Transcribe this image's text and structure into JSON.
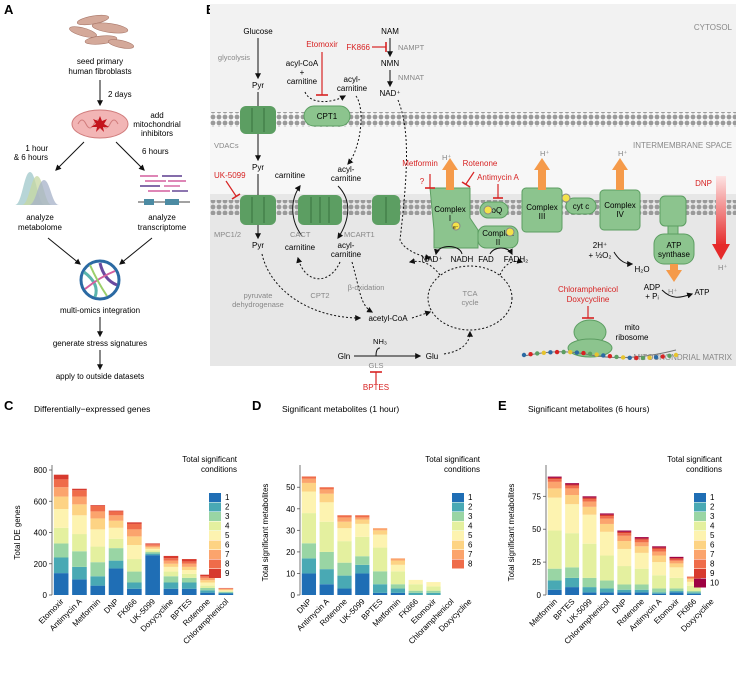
{
  "panel_a": {
    "label": "A",
    "step1": [
      "seed primary",
      "human fibroblasts"
    ],
    "wait": "2 days",
    "add": [
      "add",
      "mitochondrial",
      "inhibitors"
    ],
    "time_left": [
      "1 hour",
      "& 6 hours"
    ],
    "time_right": "6 hours",
    "left_out": [
      "analyze",
      "metabolome"
    ],
    "right_out": [
      "analyze",
      "transcriptome"
    ],
    "integration": "multi-omics integration",
    "signatures": "generate stress signatures",
    "apply": "apply to outside datasets"
  },
  "panel_b": {
    "label": "B",
    "cytosol": "CYTOSOL",
    "ims": "INTERMEMBRANE SPACE",
    "matrix": "MITOCHONDRIAL MATRIX",
    "glucose": "Glucose",
    "glycolysis": "glycolysis",
    "pyr1": "Pyr",
    "pyr2": "Pyr",
    "pyr3": "Pyr",
    "acylcoa_carn": [
      "acyl-CoA",
      "+",
      "carnitine"
    ],
    "acylcarn_top": [
      "acyl-",
      "carnitine"
    ],
    "etomoxir": "Etomoxir",
    "cpt1": "CPT1",
    "nam": "NAM",
    "fk866": "FK866",
    "nampt": "NAMPT",
    "nmn": "NMN",
    "nmnat": "NMNAT",
    "nadplus_top": "NAD⁺",
    "vdacs": "VDACs",
    "uk5099": "UK-5099",
    "mpc": "MPC1/2",
    "cact": "CACT",
    "mcart1": "MCART1",
    "carnitine_a": "carnitine",
    "acylcarn_a": [
      "acyl-",
      "carnitine"
    ],
    "carnitine_b": "carnitine",
    "acylcarn_b": [
      "acyl-",
      "carnitine"
    ],
    "cpt2": "CPT2",
    "beta_ox": "β-oxidation",
    "pdh": [
      "pyruvate",
      "dehydrogenase"
    ],
    "acetylcoa": "acetyl-CoA",
    "tca": [
      "TCA",
      "cycle"
    ],
    "gln": "Gln",
    "nh3": "NH₃",
    "gls": "GLS",
    "glu": "Glu",
    "bptes": "BPTES",
    "metformin": "Metformin",
    "q": "?",
    "rotenone": "Rotenone",
    "antimycin": "Antimycin A",
    "hplus": "H⁺",
    "complex1": [
      "Complex",
      "I"
    ],
    "complex2": [
      "Complex",
      "II"
    ],
    "complex3": [
      "Complex",
      "III"
    ],
    "complex4": [
      "Complex",
      "IV"
    ],
    "coq": "CoQ",
    "cytc": "cyt c",
    "atps": [
      "ATP",
      "synthase"
    ],
    "electron": "e⁻",
    "nadplus_m": "NAD⁺",
    "nadh": "NADH",
    "fad": "FAD",
    "fadh2": "FADH₂",
    "o2": [
      "2H⁺",
      "+ ½O₂"
    ],
    "h2o": "H₂O",
    "adp": [
      "ADP",
      "+ Pᵢ"
    ],
    "atp": "ATP",
    "dnp": "DNP",
    "chloramph": "Chloramphenicol",
    "doxy": "Doxycycline",
    "mitoribo": [
      "mito",
      "ribosome"
    ]
  },
  "charts": [
    {
      "label": "C",
      "title": "Differentially−expressed genes",
      "ylabel": "Total DE genes",
      "legend_title": [
        "Total significant",
        "conditions"
      ]
    },
    {
      "label": "D",
      "title": "Significant metabolites (1 hour)",
      "ylabel": "Total significant metabolites",
      "legend_title": [
        "Total significant",
        "conditions"
      ]
    },
    {
      "label": "E",
      "title": "Significant metabolites (6 hours)",
      "ylabel": "Total significant metabolites",
      "legend_title": [
        "Total significant",
        "conditions"
      ]
    }
  ],
  "chart_data": [
    {
      "type": "bar",
      "stacked": true,
      "title": "Differentially−expressed genes",
      "ylabel": "Total DE genes",
      "ylim": [
        0,
        800
      ],
      "yticks": [
        0,
        200,
        400,
        600,
        800
      ],
      "categories": [
        "Etomoxir",
        "Antimycin A",
        "Metformin",
        "DNP",
        "FK866",
        "UK-5099",
        "Doxycycline",
        "BPTES",
        "Rotenone",
        "Chloramphenicol"
      ],
      "series": [
        {
          "name": "1",
          "color": "#1f6eb5",
          "values": [
            140,
            100,
            60,
            170,
            40,
            255,
            40,
            40,
            15,
            10
          ]
        },
        {
          "name": "2",
          "color": "#49a9b4",
          "values": [
            100,
            80,
            60,
            50,
            40,
            10,
            40,
            40,
            15,
            5
          ]
        },
        {
          "name": "3",
          "color": "#99d5a4",
          "values": [
            90,
            100,
            90,
            80,
            70,
            10,
            40,
            30,
            15,
            5
          ]
        },
        {
          "name": "4",
          "color": "#e4f09f",
          "values": [
            100,
            110,
            100,
            60,
            80,
            10,
            30,
            25,
            15,
            5
          ]
        },
        {
          "name": "5",
          "color": "#fdf3b0",
          "values": [
            120,
            120,
            110,
            70,
            90,
            10,
            30,
            25,
            20,
            5
          ]
        },
        {
          "name": "6",
          "color": "#fdd384",
          "values": [
            80,
            70,
            70,
            45,
            55,
            10,
            20,
            20,
            15,
            5
          ]
        },
        {
          "name": "7",
          "color": "#fba46d",
          "values": [
            60,
            50,
            45,
            35,
            45,
            10,
            20,
            20,
            15,
            5
          ]
        },
        {
          "name": "8",
          "color": "#ef6c4a",
          "values": [
            50,
            40,
            35,
            25,
            35,
            10,
            15,
            15,
            10,
            3
          ]
        },
        {
          "name": "9",
          "color": "#d73a2e",
          "values": [
            30,
            10,
            5,
            5,
            10,
            5,
            15,
            15,
            10,
            2
          ]
        }
      ]
    },
    {
      "type": "bar",
      "stacked": true,
      "title": "Significant metabolites (1 hour)",
      "ylabel": "Total significant metabolites",
      "ylim": [
        0,
        58
      ],
      "yticks": [
        0,
        10,
        20,
        30,
        40,
        50
      ],
      "categories": [
        "DNP",
        "Antimycin A",
        "Rotenone",
        "UK-5099",
        "BPTES",
        "Metformin",
        "FK866",
        "Etomoxir",
        "Chloramphenicol",
        "Doxycycline"
      ],
      "series": [
        {
          "name": "1",
          "color": "#1f6eb5",
          "values": [
            10,
            5,
            3,
            10,
            1,
            1,
            0,
            0,
            0,
            0
          ]
        },
        {
          "name": "2",
          "color": "#49a9b4",
          "values": [
            7,
            7,
            6,
            4,
            4,
            2,
            1,
            1,
            0,
            0
          ]
        },
        {
          "name": "3",
          "color": "#99d5a4",
          "values": [
            7,
            8,
            6,
            4,
            6,
            2,
            1,
            1,
            0,
            0
          ]
        },
        {
          "name": "4",
          "color": "#e4f09f",
          "values": [
            14,
            14,
            10,
            9,
            11,
            6,
            3,
            2,
            0,
            0
          ]
        },
        {
          "name": "5",
          "color": "#fdf3b0",
          "values": [
            10,
            9,
            6,
            6,
            6,
            3,
            2,
            2,
            0,
            0
          ]
        },
        {
          "name": "6",
          "color": "#fdd384",
          "values": [
            4,
            4,
            3,
            2,
            2,
            2,
            0,
            0,
            0,
            0
          ]
        },
        {
          "name": "7",
          "color": "#fba46d",
          "values": [
            2,
            2,
            2,
            1,
            1,
            1,
            0,
            0,
            0,
            0
          ]
        },
        {
          "name": "8",
          "color": "#ef6c4a",
          "values": [
            1,
            1,
            1,
            1,
            0,
            0,
            0,
            0,
            0,
            0
          ]
        }
      ]
    },
    {
      "type": "bar",
      "stacked": true,
      "title": "Significant metabolites (6 hours)",
      "ylabel": "Total significant metabolites",
      "ylim": [
        0,
        95
      ],
      "yticks": [
        0,
        25,
        50,
        75
      ],
      "categories": [
        "Metformin",
        "BPTES",
        "UK-5099",
        "Chloramphenicol",
        "DNP",
        "Rotenone",
        "Antimycin A",
        "Etomoxir",
        "FK866",
        "Doxycycline"
      ],
      "series": [
        {
          "name": "1",
          "color": "#1f6eb5",
          "values": [
            4,
            6,
            2,
            2,
            2,
            2,
            1,
            2,
            1,
            0
          ]
        },
        {
          "name": "2",
          "color": "#49a9b4",
          "values": [
            7,
            7,
            4,
            3,
            2,
            2,
            1,
            1,
            1,
            0
          ]
        },
        {
          "name": "3",
          "color": "#99d5a4",
          "values": [
            9,
            8,
            7,
            6,
            4,
            4,
            3,
            2,
            1,
            0
          ]
        },
        {
          "name": "4",
          "color": "#e4f09f",
          "values": [
            29,
            26,
            26,
            19,
            14,
            12,
            10,
            8,
            4,
            0
          ]
        },
        {
          "name": "5",
          "color": "#fdf3b0",
          "values": [
            25,
            22,
            22,
            18,
            13,
            12,
            10,
            8,
            3,
            0
          ]
        },
        {
          "name": "6",
          "color": "#fdd384",
          "values": [
            7,
            7,
            6,
            6,
            6,
            5,
            5,
            3,
            2,
            0
          ]
        },
        {
          "name": "7",
          "color": "#fba46d",
          "values": [
            5,
            5,
            4,
            4,
            4,
            3,
            3,
            2,
            1,
            0
          ]
        },
        {
          "name": "8",
          "color": "#ef6c4a",
          "values": [
            2,
            2,
            2,
            2,
            2,
            2,
            2,
            1,
            1,
            0
          ]
        },
        {
          "name": "9",
          "color": "#d73a2e",
          "values": [
            1,
            1,
            1,
            1,
            1,
            1,
            1,
            1,
            0,
            0
          ]
        },
        {
          "name": "10",
          "color": "#9e0142",
          "values": [
            1,
            1,
            1,
            1,
            1,
            1,
            1,
            1,
            0,
            0
          ]
        }
      ]
    }
  ]
}
